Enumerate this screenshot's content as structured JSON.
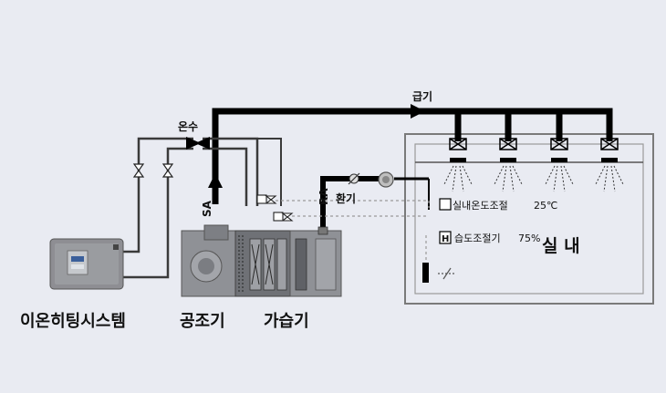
{
  "labels": {
    "supply_air": "급기",
    "hot_water": "온수",
    "sa": "SA",
    "ra": "RA",
    "ventilation": "환기",
    "room_temp_control": "실내온도조절",
    "room_temp_value": "25℃",
    "humidity_controller_symbol": "H",
    "humidity_controller": "습도조절기",
    "humidity_value": "75%",
    "room": "실 내",
    "ion_heating_system": "이온히팅시스템",
    "air_handler": "공조기",
    "humidifier": "가습기"
  },
  "colors": {
    "background": "#e9ebf2",
    "main_duct": "#000000",
    "pipe": "#3a3a3a",
    "control_line": "#9a9a9a",
    "room_border": "#7a7a7a",
    "equipment": "#8f9196"
  }
}
